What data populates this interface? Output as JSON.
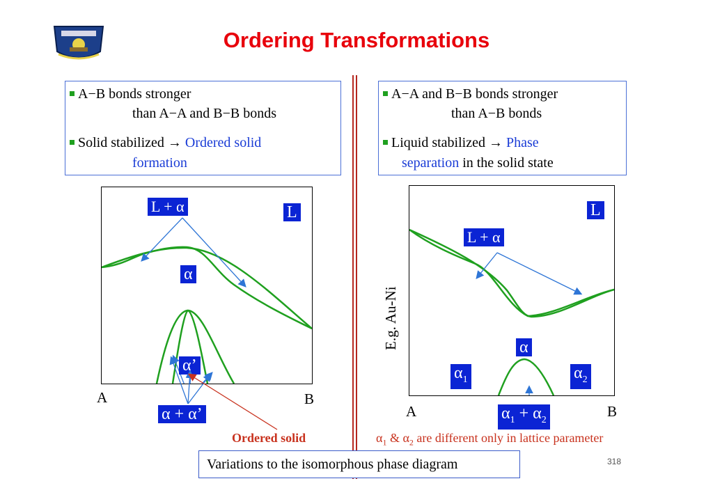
{
  "slide": {
    "title": "Ordering Transformations",
    "page_number": "318",
    "caption": "Variations to the isomorphous phase diagram"
  },
  "left_box": {
    "line1": "A−B bonds stronger",
    "line2": "than A−A and  B−B bonds",
    "line3_black": "Solid stabilized → ",
    "line3_blue": "Ordered solid",
    "line4_blue": "formation"
  },
  "right_box": {
    "line1": "A−A and  B−B bonds stronger",
    "line2": "than A−B bonds",
    "line3_black": "Liquid stabilized → ",
    "line3_blue": "Phase",
    "line4_blue": "separation",
    "line4_black": " in the solid state"
  },
  "left_diagram": {
    "label_L_alpha": "L + α",
    "label_L": "L",
    "label_alpha": "α",
    "label_alpha_prime": "α’",
    "label_alpha_alpha_prime": "α + α’",
    "axis_A": "A",
    "axis_B": "B",
    "annotation": "Ordered solid"
  },
  "right_diagram": {
    "ylabel": "E.g. Au-Ni",
    "label_L": "L",
    "label_L_alpha": "L + α",
    "label_alpha": "α",
    "label_alpha1": "α",
    "label_alpha1_sub": "1",
    "label_alpha2": "α",
    "label_alpha2_sub": "2",
    "label_alpha12_a": "α",
    "label_alpha12_sub1": "1",
    "label_alpha12_mid": " + α",
    "label_alpha12_sub2": "2",
    "axis_A": "A",
    "axis_B": "B",
    "note_a": "α",
    "note_sub1": "1",
    "note_mid": " & α",
    "note_sub2": "2",
    "note_rest": " are different only in lattice parameter"
  },
  "colors": {
    "title": "#e8000b",
    "curve": "#1fa01f",
    "arrow": "#2e75d6",
    "label_bg": "#0b24d4",
    "annotation": "#c8321e",
    "divider": "#b5261e"
  }
}
